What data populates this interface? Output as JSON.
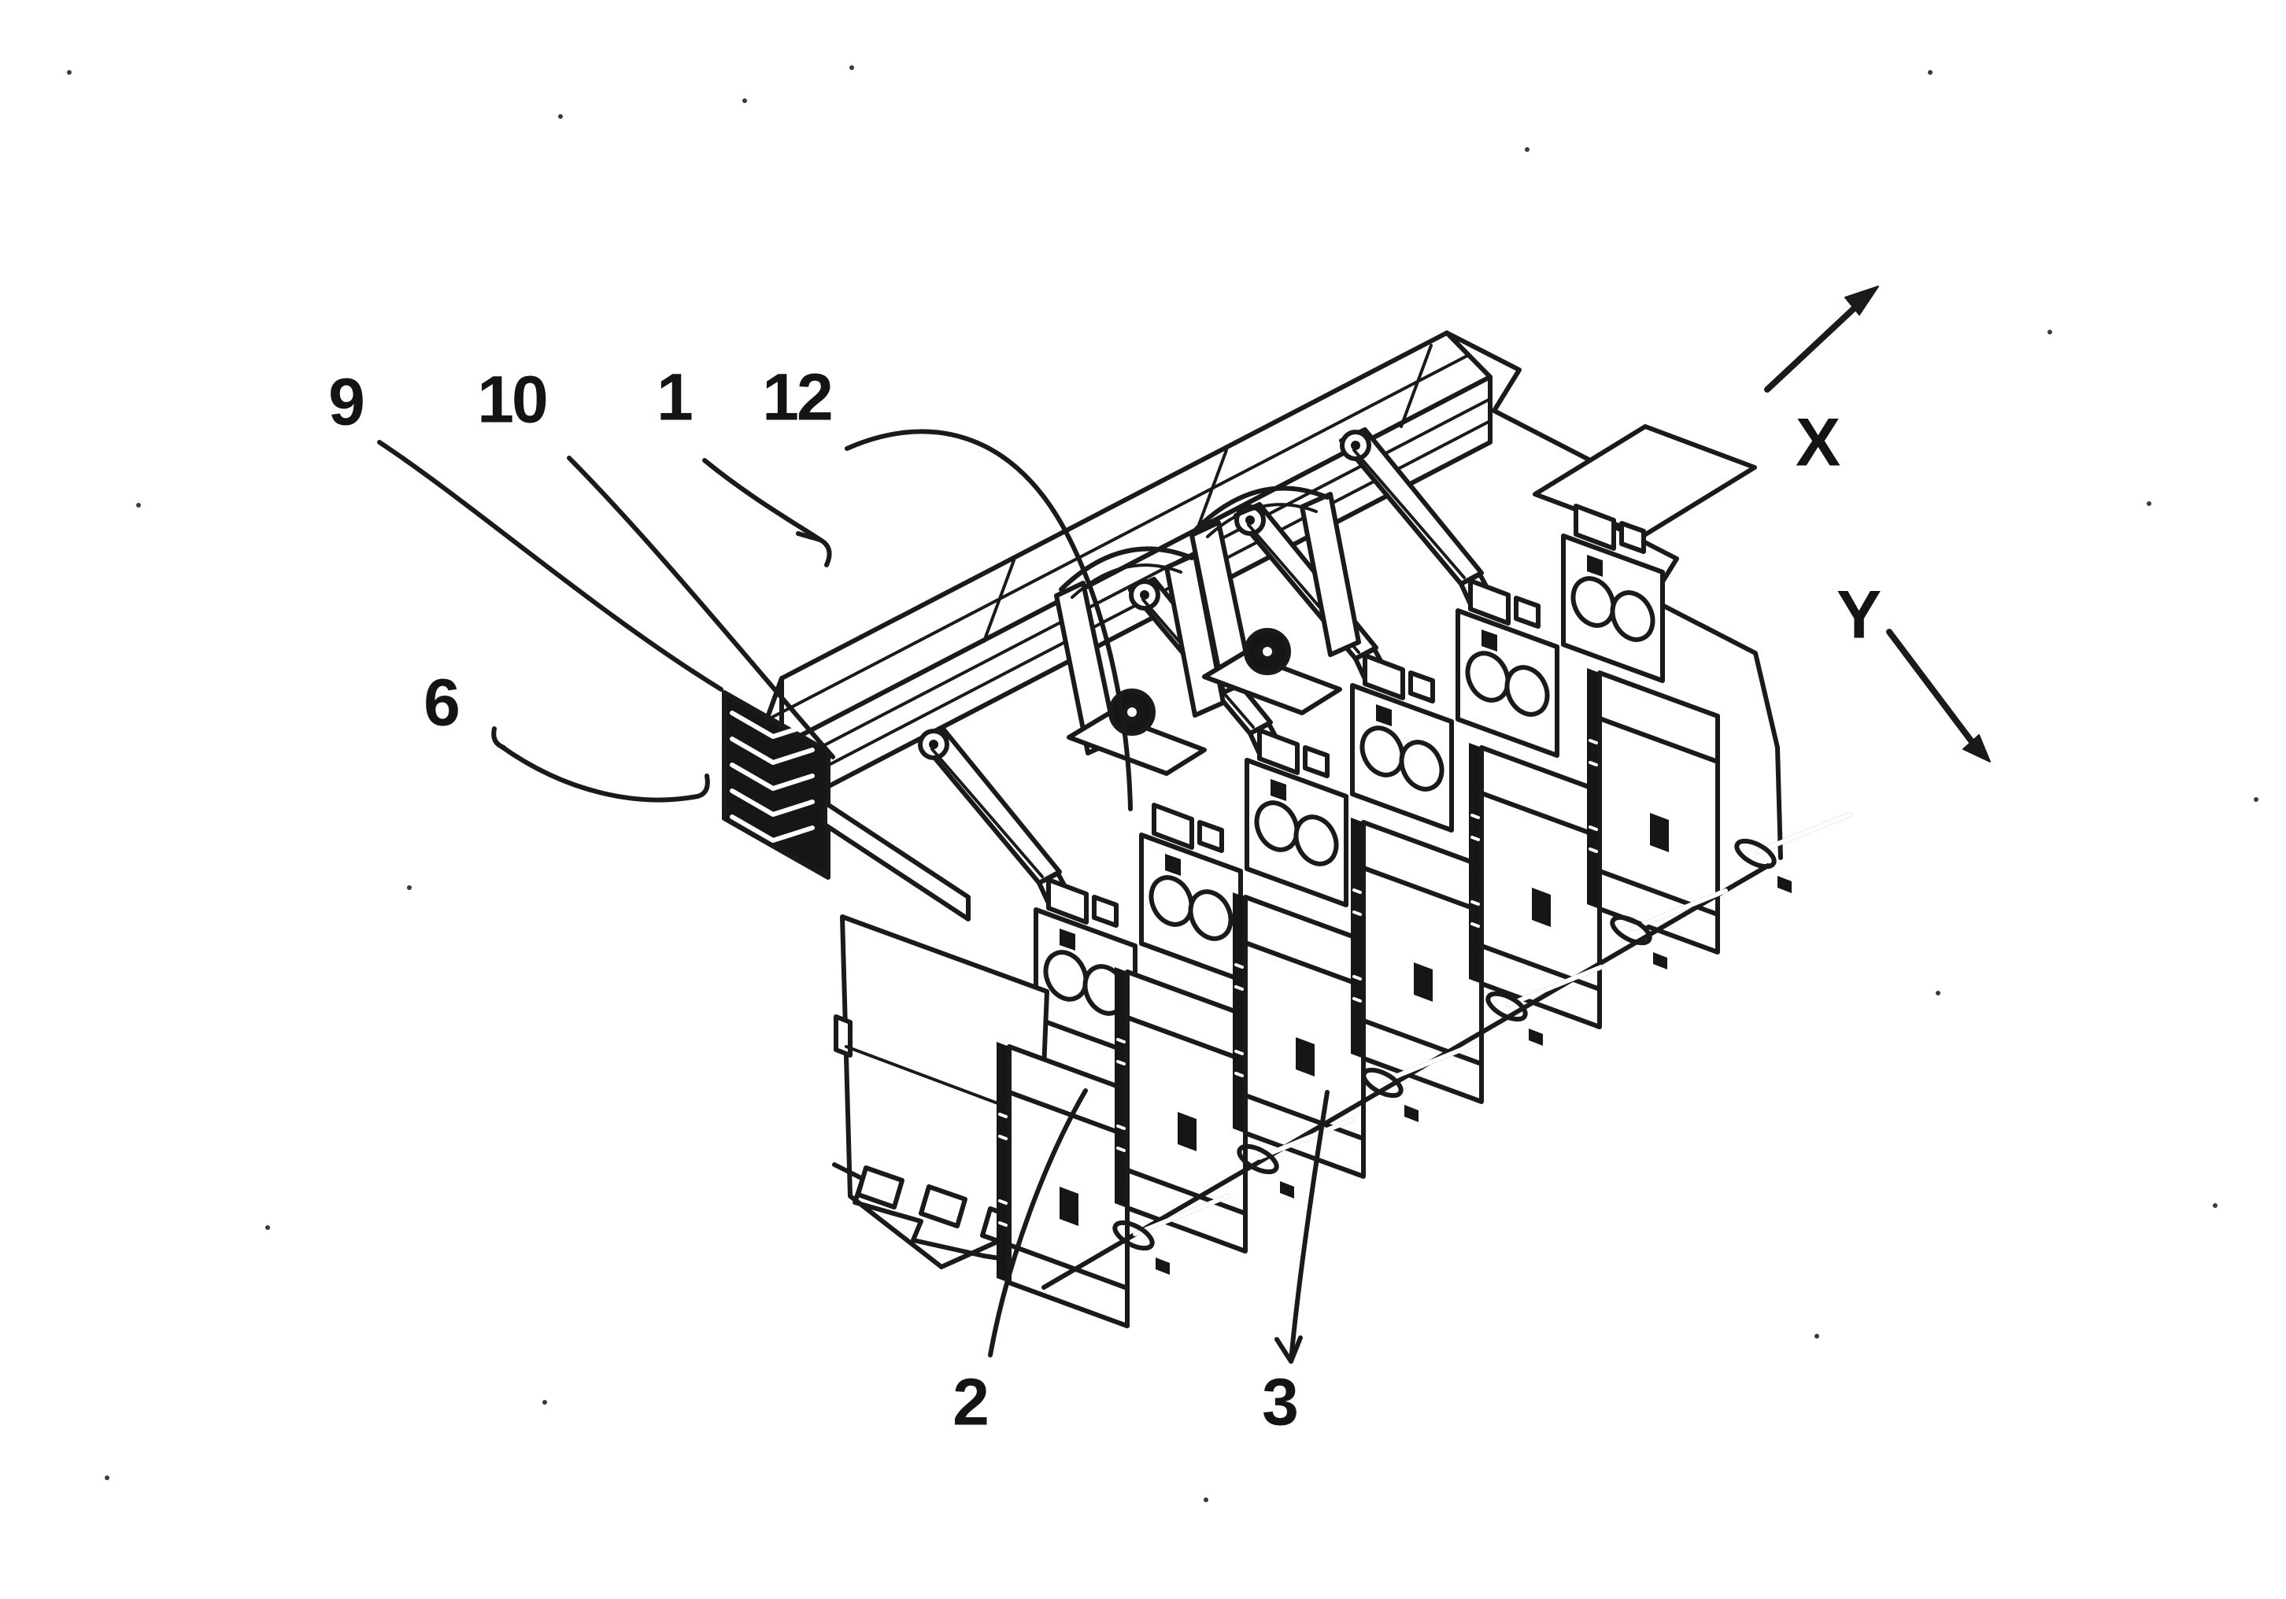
{
  "page": {
    "paper_color": "#ffffff",
    "ink_color": "#1a1a1a"
  },
  "figure": {
    "kind": "patent-style isometric line drawing of DIN-rail mounted modular device row with laminated cover",
    "reference_labels": [
      {
        "text": "9"
      },
      {
        "text": "10"
      },
      {
        "text": "1"
      },
      {
        "text": "12"
      },
      {
        "text": "6"
      },
      {
        "text": "2"
      },
      {
        "text": "3"
      }
    ],
    "axes": {
      "x": "X",
      "y": "Y"
    }
  }
}
